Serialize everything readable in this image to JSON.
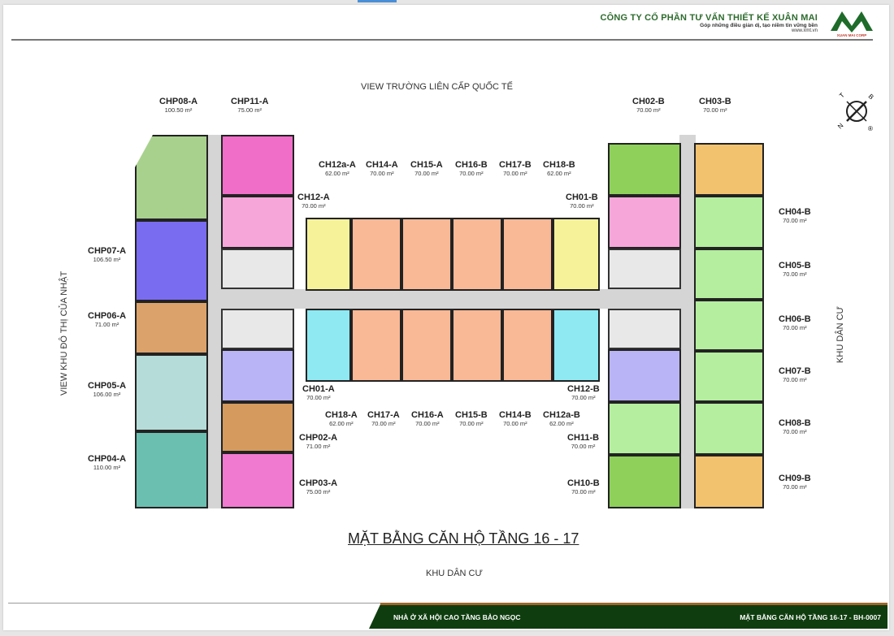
{
  "header": {
    "company_name": "CÔNG TY CỔ PHẦN TƯ VẤN THIẾT KẾ XUÂN MAI",
    "slogan": "Góp những điều giản dị, tạo niềm tin vững bền",
    "website": "www.xmt.vn",
    "logo_caption": "XUAN MAI CORP"
  },
  "views": {
    "top": "VIEW TRƯỜNG LIÊN CẤP QUỐC TẾ",
    "left": "VIEW KHU ĐÔ THỊ CỦA NHẬT",
    "right": "KHU DÂN CƯ",
    "bottom": "KHU DÂN CƯ"
  },
  "plan_title": "MẶT BẰNG CĂN HỘ TẦNG 16 - 17",
  "compass": {
    "labels": [
      "T",
      "B",
      "N",
      "Đ"
    ],
    "mark": "®"
  },
  "units": [
    {
      "code": "CHP08-A",
      "area": "100.50 m²",
      "color": "#a9d18e"
    },
    {
      "code": "CHP11-A",
      "area": "75.00 m²",
      "color": "#f06ec8"
    },
    {
      "code": "CH12-A",
      "area": "70.00 m²",
      "color": "#f7a6da"
    },
    {
      "code": "CHP07-A",
      "area": "106.50 m²",
      "color": "#7a6cf0"
    },
    {
      "code": "CHP06-A",
      "area": "71.00 m²",
      "color": "#dba26b"
    },
    {
      "code": "CHP05-A",
      "area": "106.00 m²",
      "color": "#b5dcd8"
    },
    {
      "code": "CHP04-A",
      "area": "110.00 m²",
      "color": "#6bbfb0"
    },
    {
      "code": "CH01-A",
      "area": "70.00 m²",
      "color": "#b9b4f5"
    },
    {
      "code": "CHP02-A",
      "area": "71.00 m²",
      "color": "#d49a5e"
    },
    {
      "code": "CHP03-A",
      "area": "75.00 m²",
      "color": "#f07ad0"
    },
    {
      "code": "CH12a-A",
      "area": "62.00 m²",
      "color": "#f5f29a"
    },
    {
      "code": "CH14-A",
      "area": "70.00 m²",
      "color": "#f9b896"
    },
    {
      "code": "CH15-A",
      "area": "70.00 m²",
      "color": "#f9b896"
    },
    {
      "code": "CH16-B",
      "area": "70.00 m²",
      "color": "#f9b896"
    },
    {
      "code": "CH17-B",
      "area": "70.00 m²",
      "color": "#f9b896"
    },
    {
      "code": "CH18-B",
      "area": "62.00 m²",
      "color": "#f5f29a"
    },
    {
      "code": "CH18-A",
      "area": "62.00 m²",
      "color": "#8ee9f2"
    },
    {
      "code": "CH17-A",
      "area": "70.00 m²",
      "color": "#f9b896"
    },
    {
      "code": "CH16-A",
      "area": "70.00 m²",
      "color": "#f9b896"
    },
    {
      "code": "CH15-B",
      "area": "70.00 m²",
      "color": "#f9b896"
    },
    {
      "code": "CH14-B",
      "area": "70.00 m²",
      "color": "#f9b896"
    },
    {
      "code": "CH12a-B",
      "area": "62.00 m²",
      "color": "#8ee9f2"
    },
    {
      "code": "CH02-B",
      "area": "70.00 m²",
      "color": "#8ed05a"
    },
    {
      "code": "CH03-B",
      "area": "70.00 m²",
      "color": "#f2c26e"
    },
    {
      "code": "CH01-B",
      "area": "70.00 m²",
      "color": "#f7a6da"
    },
    {
      "code": "CH04-B",
      "area": "70.00 m²",
      "color": "#b4ee9e"
    },
    {
      "code": "CH05-B",
      "area": "70.00 m²",
      "color": "#b4ee9e"
    },
    {
      "code": "CH06-B",
      "area": "70.00 m²",
      "color": "#b4ee9e"
    },
    {
      "code": "CH07-B",
      "area": "70.00 m²",
      "color": "#b4ee9e"
    },
    {
      "code": "CH08-B",
      "area": "70.00 m²",
      "color": "#b4ee9e"
    },
    {
      "code": "CH09-B",
      "area": "70.00 m²",
      "color": "#f2c26e"
    },
    {
      "code": "CH12-B",
      "area": "70.00 m²",
      "color": "#b9b4f5"
    },
    {
      "code": "CH11-B",
      "area": "70.00 m²",
      "color": "#b4ee9e"
    },
    {
      "code": "CH10-B",
      "area": "70.00 m²",
      "color": "#8ed05a"
    }
  ],
  "footer": {
    "project": "NHÀ Ở XÃ HỘI CAO TẦNG BẢO NGỌC",
    "sheet": "MẶT BẰNG CĂN HỘ TẦNG 16-17   - BH-0007"
  }
}
